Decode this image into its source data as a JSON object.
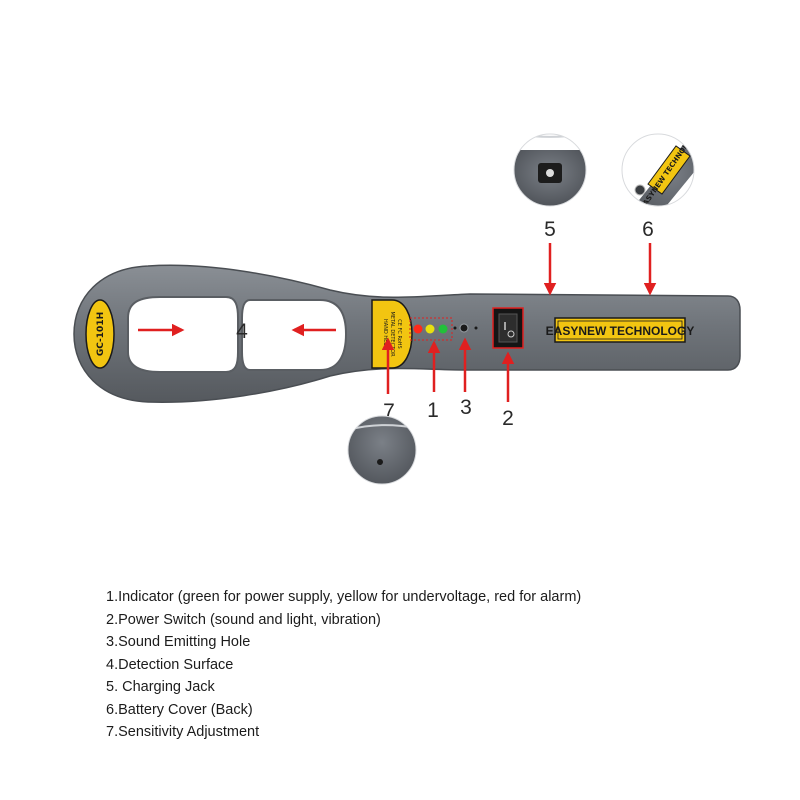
{
  "device": {
    "model_label": "GC-101H",
    "panel_line1": "HAND HELD",
    "panel_line2": "METAL DETECTOR",
    "panel_marks": "CE FC RoHS",
    "brand_label": "EASYNEW TECHNOLOGY",
    "back_label": "EASYNEW TECHNOLOGY"
  },
  "callouts": [
    "1",
    "2",
    "3",
    "4",
    "5",
    "6",
    "7"
  ],
  "legend": [
    "1.Indicator (green for power supply, yellow for undervoltage, red for alarm)",
    "2.Power Switch (sound and light, vibration)",
    "3.Sound Emitting Hole",
    "4.Detection Surface",
    "5. Charging Jack",
    "6.Battery Cover (Back)",
    "7.Sensitivity Adjustment"
  ],
  "colors": {
    "body": "#6e7379",
    "arrow": "#e02020",
    "label_yellow": "#f2c511",
    "led_red": "#ff2a1a",
    "led_yellow": "#e8e010",
    "led_green": "#22c03a"
  }
}
